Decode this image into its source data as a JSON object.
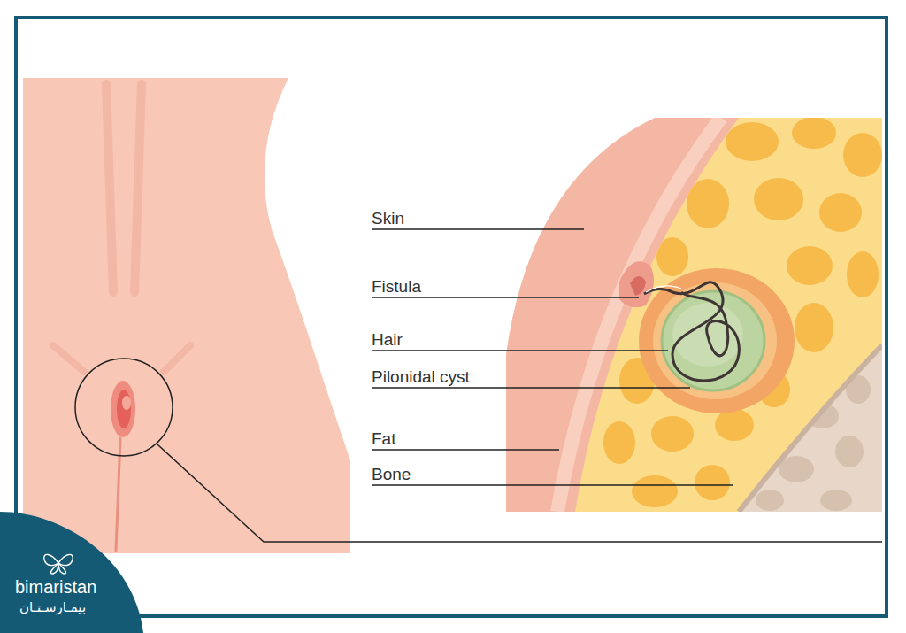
{
  "diagram": {
    "labels": [
      "Skin",
      "Fistula",
      "Hair",
      "Pilonidal cyst",
      "Fat",
      "Bone",
      "bimaristan",
      "بيمـارسـتـان"
    ]
  }
}
